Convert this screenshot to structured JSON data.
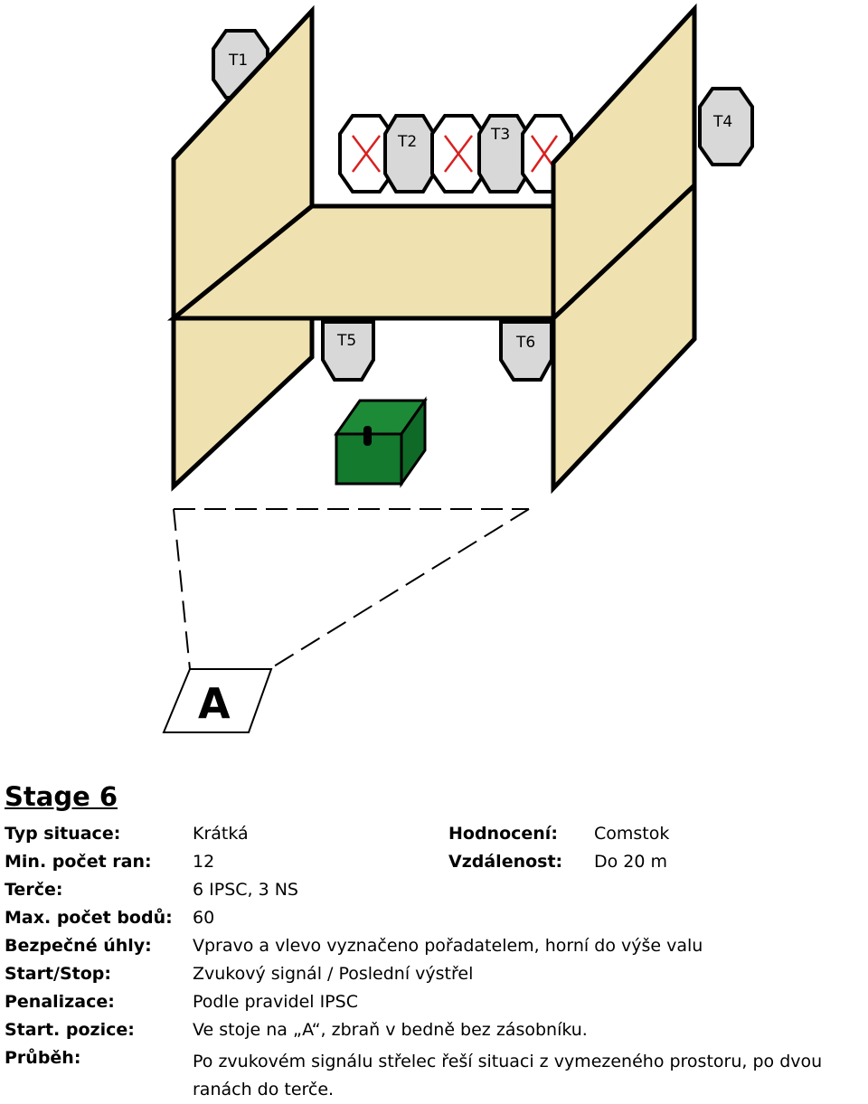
{
  "diagram": {
    "targets": [
      {
        "id": "T1",
        "label": "T1"
      },
      {
        "id": "T2",
        "label": "T2"
      },
      {
        "id": "T3",
        "label": "T3"
      },
      {
        "id": "T4",
        "label": "T4"
      },
      {
        "id": "T5",
        "label": "T5"
      },
      {
        "id": "T6",
        "label": "T6"
      }
    ],
    "no_shoot_count": 3,
    "start_position_label": "A",
    "colors": {
      "wall": "#f0e2b0",
      "ipsc_target": "#d8d8d8",
      "no_shoot_target": "#ffffff",
      "no_shoot_cross": "#d92020",
      "box_front": "#137a2e",
      "box_top": "#1d8a37",
      "box_side": "#0f6a27",
      "outline": "#000000"
    },
    "icons": {
      "targets": "octagon-target-icon",
      "no_shoot": "no-shoot-target-icon",
      "box": "ammo-box-icon",
      "start": "start-position-marker"
    }
  },
  "stage": {
    "title": "Stage 6",
    "fields": {
      "typ_situace": {
        "label": "Typ situace:",
        "value": "Krátká"
      },
      "hodnoceni": {
        "label": "Hodnocení:",
        "value": "Comstok"
      },
      "min_pocet_ran": {
        "label": "Min. počet ran:",
        "value": "12"
      },
      "vzdalenost": {
        "label": "Vzdálenost:",
        "value": "Do 20 m"
      },
      "terce": {
        "label": "Terče:",
        "value": "6 IPSC, 3 NS"
      },
      "max_pocet_bodu": {
        "label": "Max. počet bodů:",
        "value": "60"
      },
      "bezpecne_uhly": {
        "label": "Bezpečné úhly:",
        "value": "Vpravo a vlevo vyznačeno pořadatelem, horní do výše valu"
      },
      "start_stop": {
        "label": "Start/Stop:",
        "value": "Zvukový signál / Poslední výstřel"
      },
      "penalizace": {
        "label": "Penalizace:",
        "value": "Podle pravidel IPSC"
      },
      "start_pozice": {
        "label": "Start. pozice:",
        "value": "Ve stoje na „A“, zbraň v bedně bez zásobníku."
      },
      "prubeh": {
        "label": "Průběh:",
        "value": "Po zvukovém signálu střelec řeší situaci z vymezeného prostoru, po dvou ranách do terče."
      }
    }
  }
}
